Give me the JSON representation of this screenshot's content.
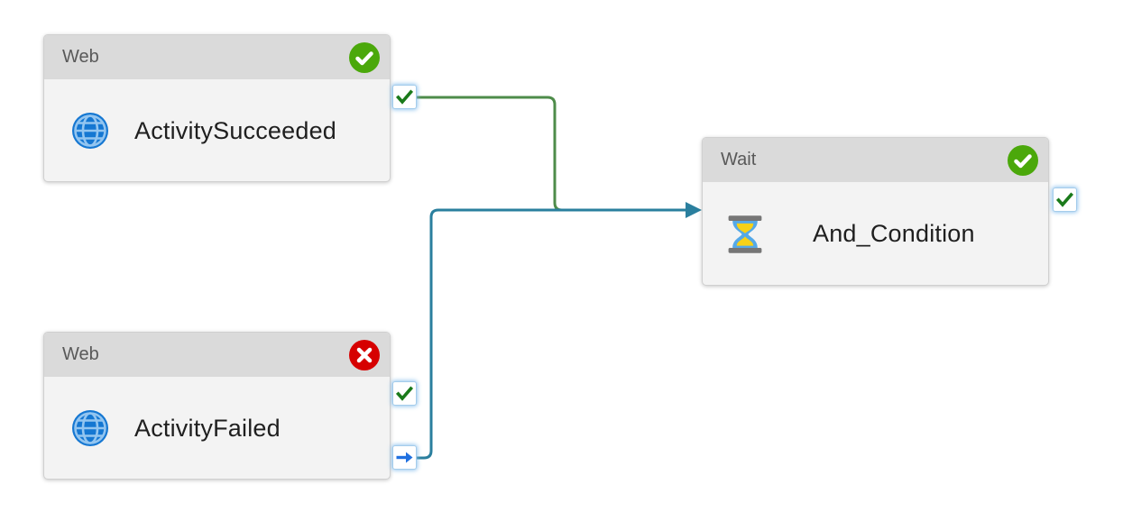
{
  "canvas": {
    "kind": "pipeline-designer-canvas",
    "colors": {
      "node_body": "#f3f3f3",
      "node_header": "#dadada",
      "header_text": "#595959",
      "title_text": "#1f1f1f",
      "success_badge": "#4ba80b",
      "error_badge": "#d60000",
      "success_wire": "#4e8c4a",
      "completion_wire": "#2a7f9e",
      "port_check_green": "#1a7a1a",
      "port_arrow_blue": "#2070e0",
      "globe_blue": "#1577d2",
      "globe_lines": "#93c5f0",
      "hourglass_glass": "#55a9e8",
      "hourglass_sand": "#f7d117",
      "hourglass_caps": "#767676"
    },
    "nodes": [
      {
        "type_label": "Web",
        "name": "ActivitySucceeded",
        "icon": "globe-icon",
        "status": "Succeeded",
        "status_icon": "check-badge-icon",
        "out_ports": [
          "success"
        ]
      },
      {
        "type_label": "Web",
        "name": "ActivityFailed",
        "icon": "globe-icon",
        "status": "Failed",
        "status_icon": "error-badge-icon",
        "out_ports": [
          "success",
          "completion"
        ]
      },
      {
        "type_label": "Wait",
        "name": "And_Condition",
        "icon": "hourglass-icon",
        "status": "Succeeded",
        "status_icon": "check-badge-icon",
        "out_ports": [
          "success"
        ]
      }
    ],
    "connections": [
      {
        "from": "ActivitySucceeded",
        "from_port": "success",
        "to": "And_Condition",
        "style": "success-green"
      },
      {
        "from": "ActivityFailed",
        "from_port": "completion",
        "to": "And_Condition",
        "style": "completion-teal"
      }
    ]
  }
}
